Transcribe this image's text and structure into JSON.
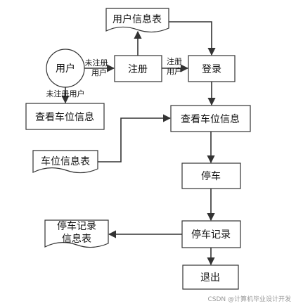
{
  "nodes": {
    "user_table": "用户信息表",
    "user": "用户",
    "register": "注册",
    "login": "登录",
    "view_space_left": "查看车位信息",
    "space_table": "车位信息表",
    "view_space_main": "查看车位信息",
    "parking": "停车",
    "parking_record": "停车记录",
    "record_table_line1": "停车记录",
    "record_table_line2": "信息表",
    "exit": "退出"
  },
  "edges": {
    "user_to_register_line1": "未注册",
    "user_to_register_line2": "用户",
    "register_to_login_line1": "注册",
    "register_to_login_line2": "用户",
    "user_to_view_left": "未注册用户"
  },
  "watermark": "CSDN @计算机毕业设计开发"
}
